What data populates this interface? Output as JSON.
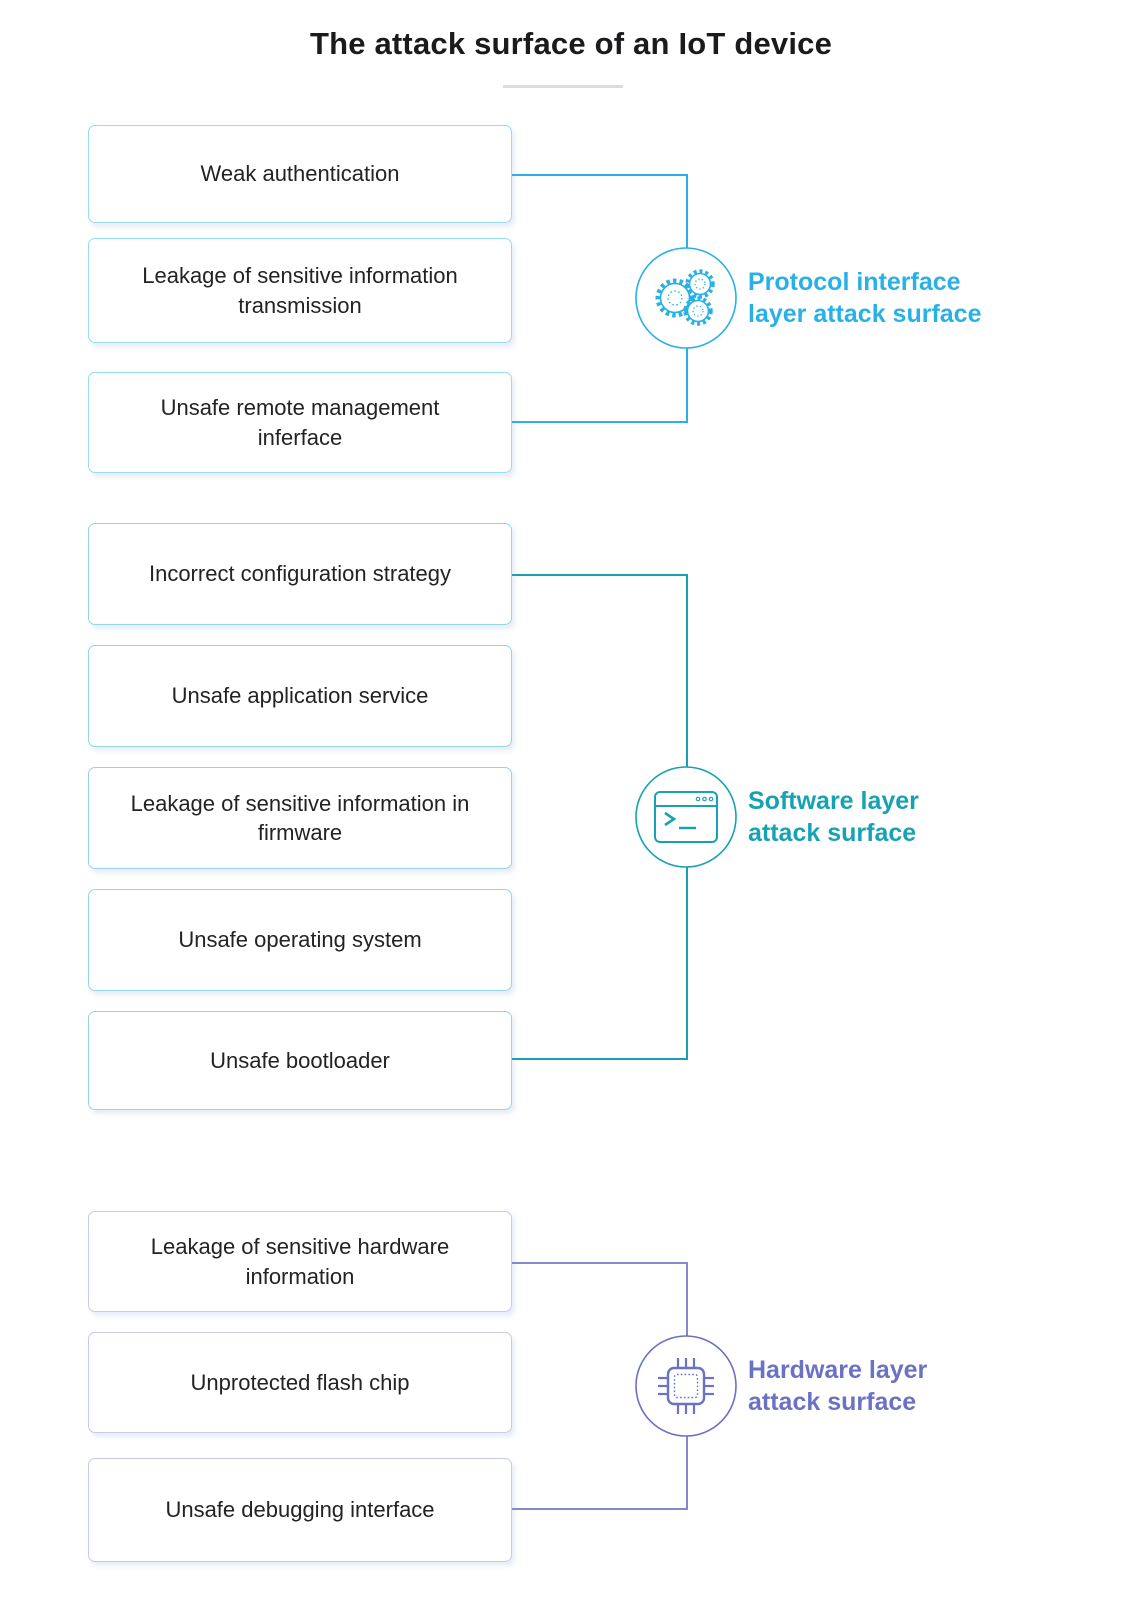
{
  "title": "The attack surface of an IoT device",
  "groups": [
    {
      "id": "protocol",
      "label_line1": "Protocol interface",
      "label_line2": "layer attack surface",
      "accent_color": "#29b1e6",
      "icon": "gears-icon",
      "boxes": [
        {
          "label": "Weak authentication"
        },
        {
          "label": "Leakage of sensitive information transmission"
        },
        {
          "label": "Unsafe remote management inferface"
        }
      ]
    },
    {
      "id": "software",
      "label_line1": "Software layer",
      "label_line2": "attack surface",
      "accent_color": "#17a2b4",
      "icon": "terminal-icon",
      "boxes": [
        {
          "label": "Incorrect configuration strategy"
        },
        {
          "label": "Unsafe application service"
        },
        {
          "label": "Leakage of sensitive information in firmware"
        },
        {
          "label": "Unsafe operating system"
        },
        {
          "label": "Unsafe bootloader"
        }
      ]
    },
    {
      "id": "hardware",
      "label_line1": "Hardware layer",
      "label_line2": "attack surface",
      "accent_color": "#6b71c3",
      "icon": "chip-icon",
      "boxes": [
        {
          "label": "Leakage of sensitive hardware information"
        },
        {
          "label": "Unprotected flash chip"
        },
        {
          "label": "Unsafe debugging interface"
        }
      ]
    }
  ]
}
